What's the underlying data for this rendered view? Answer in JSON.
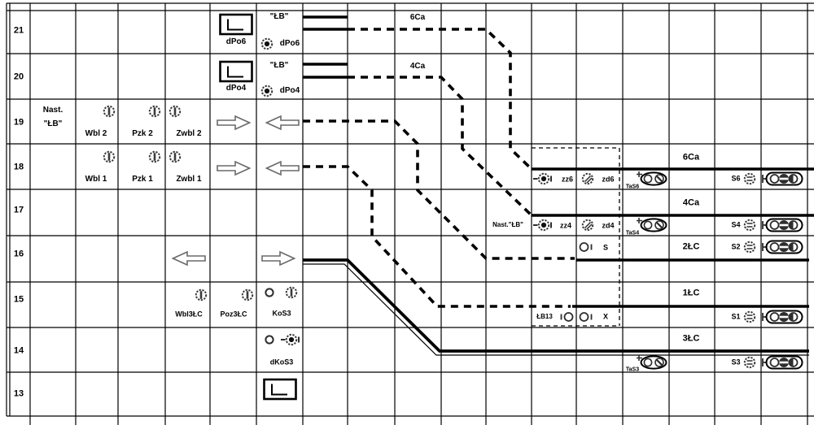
{
  "panel": {
    "row_numbers": [
      "21",
      "20",
      "19",
      "18",
      "17",
      "16",
      "15",
      "14",
      "13"
    ],
    "upper": {
      "lb": "\"ŁB\"",
      "dpo6": "dPo6",
      "dpo4": "dPo4",
      "ca6": "6Ca",
      "ca4": "4Ca"
    },
    "left": {
      "nast1": "Nast.",
      "nast2": "\"ŁB\"",
      "wbl2": "Wbl 2",
      "pzk2": "Pzk 2",
      "zwbl2": "Zwbl 2",
      "wbl1": "Wbl 1",
      "pzk1": "Pzk 1",
      "zwbl1": "Zwbl 1",
      "wbl3lc": "Wbl3ŁC",
      "poz3lc": "Poz3ŁC",
      "kos3": "KoS3",
      "dkos3": "dKoS3"
    },
    "tracks": {
      "t6": {
        "name": "6Ca",
        "zz": "zz6",
        "zd": "zd6",
        "tas": "TaS6",
        "s": "S6"
      },
      "t4": {
        "name": "4Ca",
        "nast": "Nast.\"ŁB\"",
        "zz": "zz4",
        "zd": "zd4",
        "tas": "TaS4",
        "s": "S4"
      },
      "t2": {
        "name": "2ŁC",
        "mark": "S",
        "s": "S2"
      },
      "t1": {
        "name": "1ŁC",
        "lb13": "ŁB13",
        "mark": "X",
        "s": "S1"
      },
      "t3": {
        "name": "3ŁC",
        "tas": "TaS3",
        "s": "S3"
      }
    },
    "colors": {
      "line": "#000000",
      "icon": "#2e2e2e",
      "arrow": "#6a6a6a",
      "bg": "#ffffff"
    }
  }
}
